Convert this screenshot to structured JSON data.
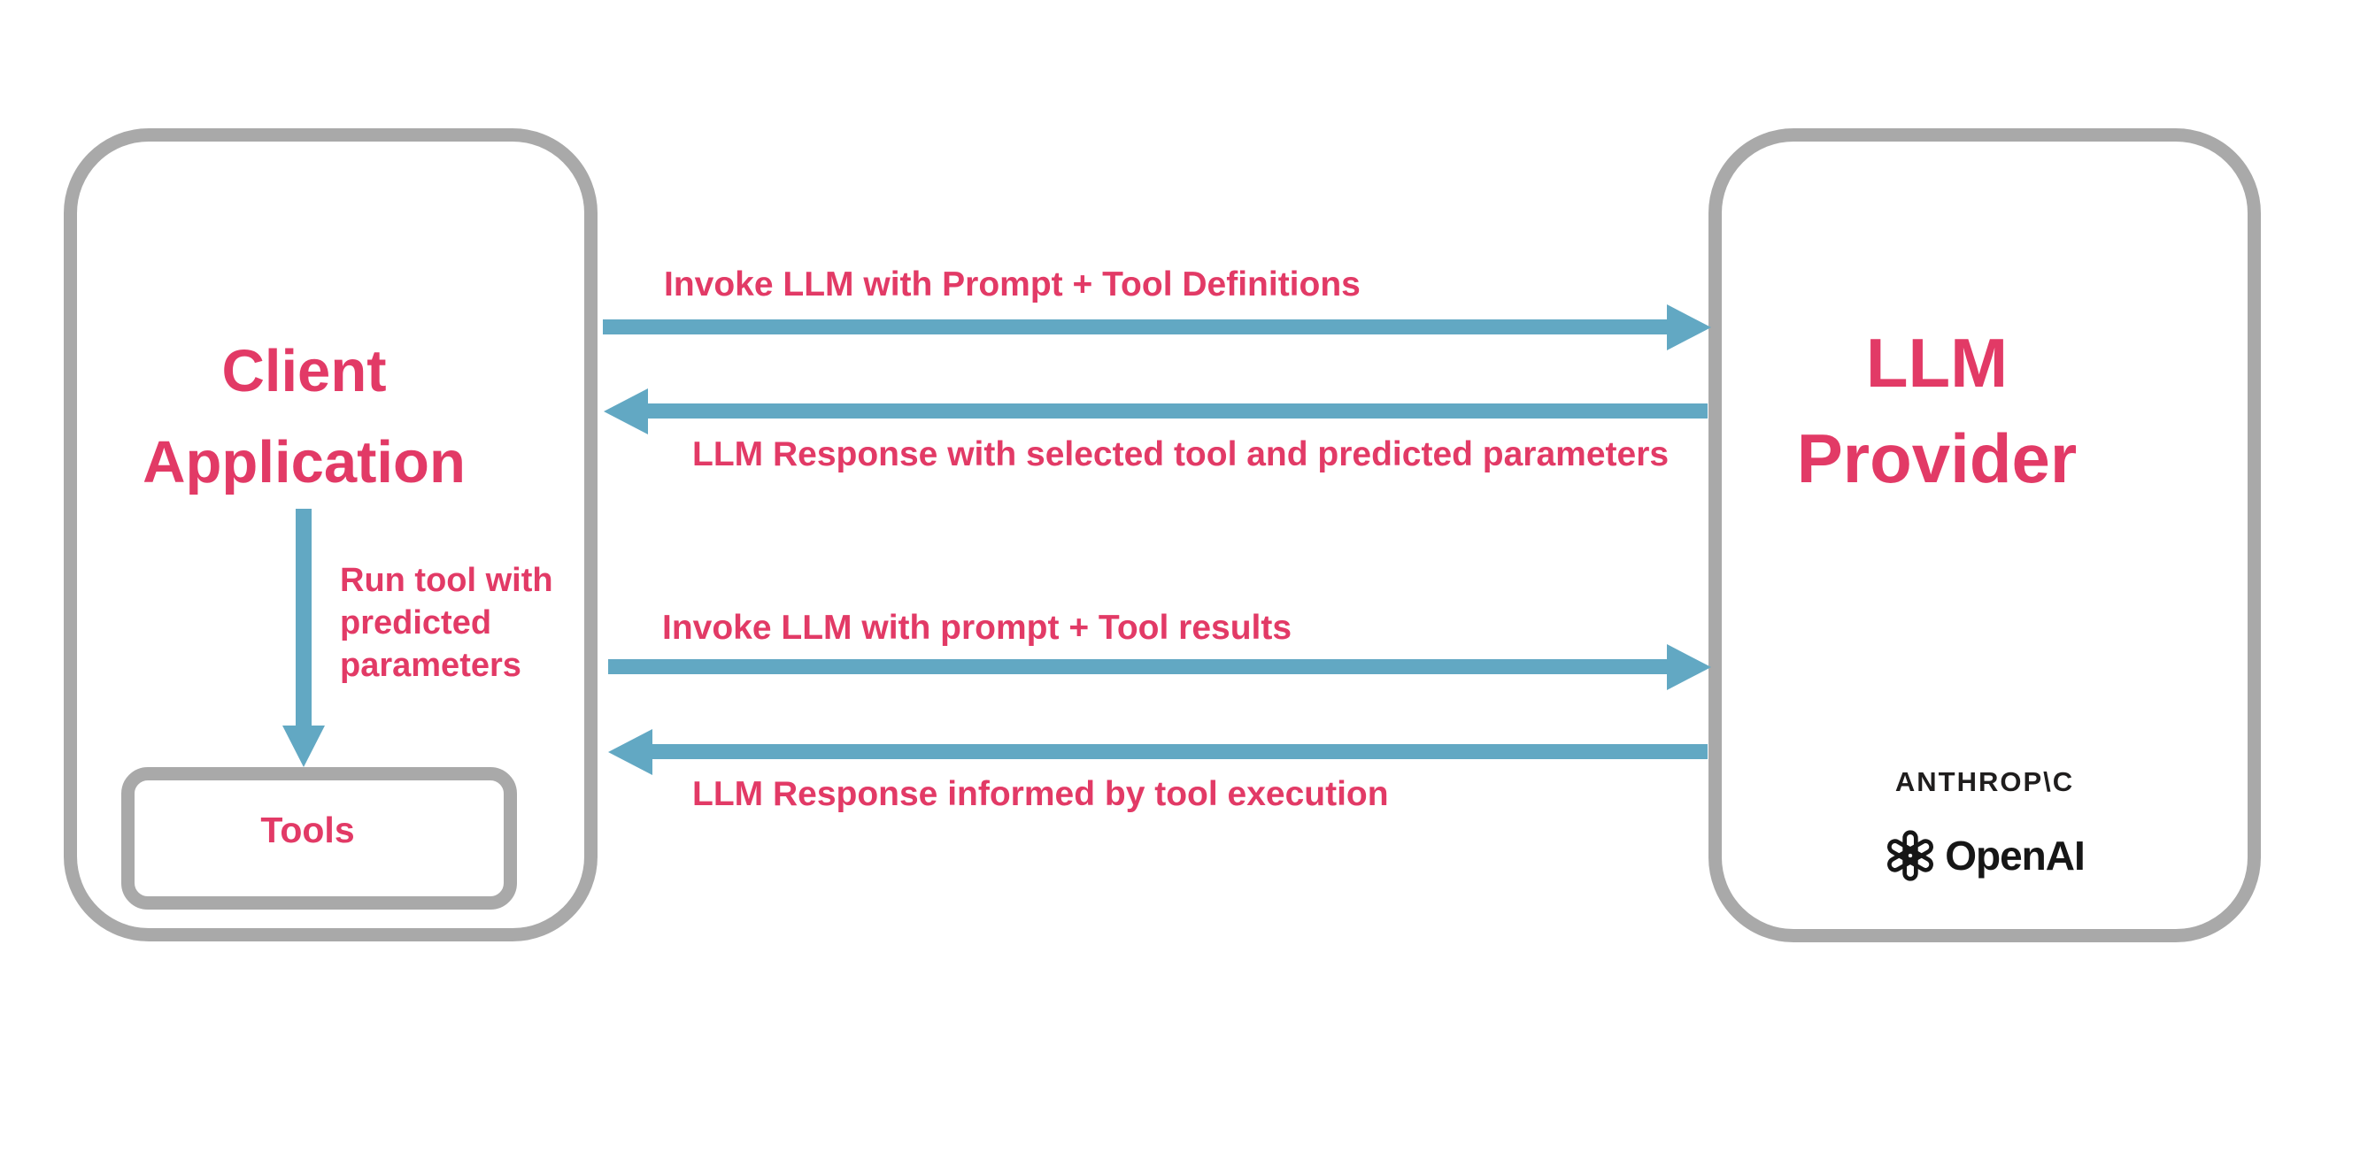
{
  "colors": {
    "pink": "#E23A66",
    "blue": "#62A8C3",
    "gray": "#A9A9A9",
    "black": "#1F1D1D"
  },
  "client_box": {
    "title": "Client\nApplication",
    "tools_label": "Tools"
  },
  "llm_box": {
    "title": "LLM\nProvider",
    "anthropic_label": "ANTHROP\\C",
    "openai_label": "OpenAI"
  },
  "arrows": [
    {
      "id": "invoke-with-tool-definitions",
      "direction": "right",
      "label": "Invoke LLM with Prompt + Tool Definitions"
    },
    {
      "id": "response-with-selected-tool",
      "direction": "left",
      "label": "LLM Response with selected tool and predicted parameters"
    },
    {
      "id": "invoke-with-tool-results",
      "direction": "right",
      "label": "Invoke LLM with prompt + Tool results"
    },
    {
      "id": "response-informed-by-execution",
      "direction": "left",
      "label": "LLM Response informed by tool execution"
    },
    {
      "id": "run-tool",
      "direction": "down",
      "label": "Run tool with\npredicted\nparameters"
    }
  ]
}
